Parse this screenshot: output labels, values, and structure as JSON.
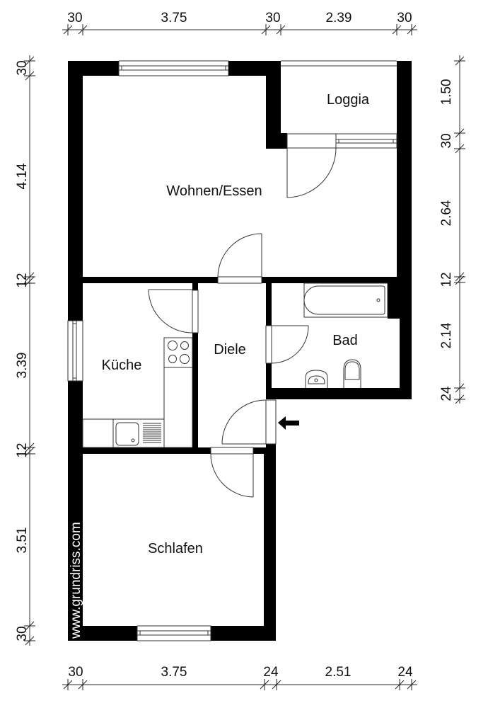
{
  "plan": {
    "watermark": "www.grundriss.com",
    "colors": {
      "wall": "#000000",
      "background": "#ffffff",
      "line": "#333333"
    },
    "rooms": [
      {
        "id": "wohnen",
        "label": "Wohnen/Essen"
      },
      {
        "id": "loggia",
        "label": "Loggia"
      },
      {
        "id": "kueche",
        "label": "Küche"
      },
      {
        "id": "diele",
        "label": "Diele"
      },
      {
        "id": "bad",
        "label": "Bad"
      },
      {
        "id": "schlafen",
        "label": "Schlafen"
      }
    ],
    "entrance_icon": "arrow-left-icon"
  },
  "dimensions": {
    "top": [
      "30",
      "3.75",
      "30",
      "2.39",
      "30"
    ],
    "bottom": [
      "30",
      "3.75",
      "24",
      "2.51",
      "24"
    ],
    "left": [
      "30",
      "4.14",
      "12",
      "3.39",
      "12",
      "3.51",
      "30"
    ],
    "right": [
      "1.50",
      "30",
      "2.64",
      "12",
      "2.14",
      "24"
    ]
  }
}
